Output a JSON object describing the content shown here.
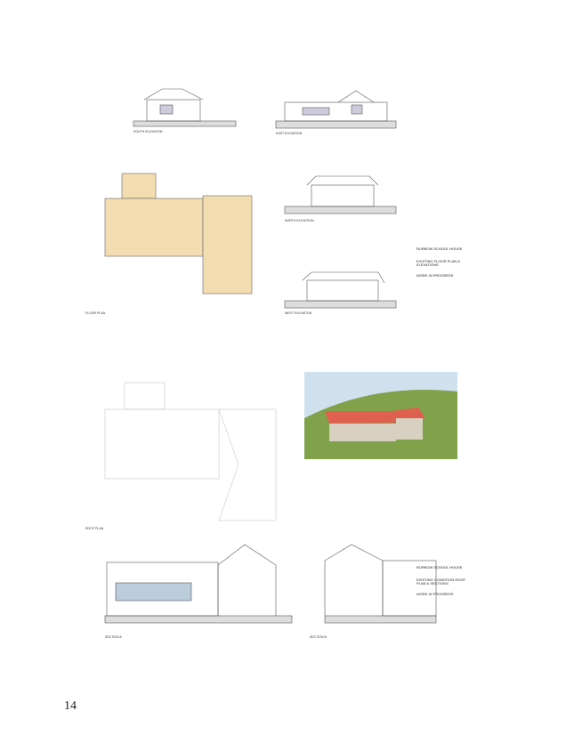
{
  "page_number": "14",
  "sheet1": {
    "drawings": [
      "SOUTH ELEVATION",
      "EAST ELEVATION",
      "NORTH ELEVATION",
      "WEST ELEVATION",
      "FLOOR PLAN"
    ],
    "project_title": "RURBOW SCHOOL HOUSE",
    "drawing_title": "EXISTING FLOOR PLAN & ELEVATIONS",
    "status": "WORK IN PROGRESS"
  },
  "sheet2": {
    "drawings": [
      "ROOF PLAN",
      "SECTION A",
      "SECTION B"
    ],
    "project_title": "RURBOW SCHOOL HOUSE",
    "drawing_title": "EXISTING CONDITION ROOF PLAN & SECTIONS",
    "status": "WORK IN PROGRESS"
  },
  "colors": {
    "floor_fill": "#f3ddb0",
    "roof_render": "#e06050",
    "grass": "#7fa24a",
    "sky": "#cfe0ee"
  }
}
